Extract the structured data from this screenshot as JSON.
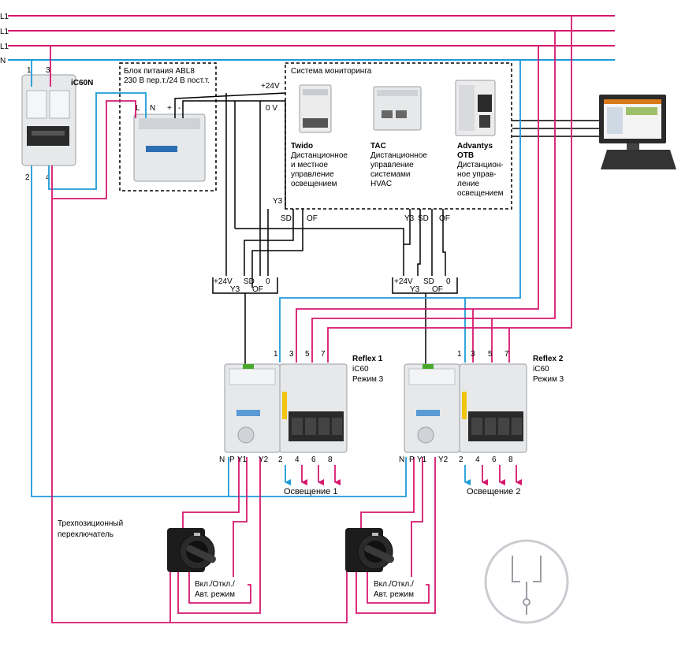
{
  "colors": {
    "phase": "#d6186f",
    "neutral": "#1e9bd7",
    "control": "#000000",
    "device": "#e6e8ea",
    "device_dark": "#2a2a2a"
  },
  "bus_labels": [
    "L1",
    "L1",
    "L1",
    "N"
  ],
  "ic60n": {
    "label": "iC60N",
    "top_terminals": [
      "1",
      "3"
    ],
    "bottom_terminals": [
      "2",
      "4"
    ]
  },
  "power_supply": {
    "title_line1": "Блок питания ABL8",
    "title_line2": "230 В пер.т./24 В пост.т.",
    "terminals": [
      "L",
      "N",
      "+",
      "-"
    ],
    "out_plus": "+24V",
    "out_zero": "0 V"
  },
  "monitoring": {
    "title": "Система мониторинга",
    "devices": [
      {
        "name": "Twido",
        "lines": [
          "Дистанционное",
          "и местное",
          "управление",
          "освещением"
        ]
      },
      {
        "name": "TAC",
        "lines": [
          "Дистанционное",
          "управление",
          "системами",
          "HVAC"
        ]
      },
      {
        "name_lines": [
          "Advantys",
          "OTB"
        ],
        "lines": [
          "Дистанцион-",
          "ное управ-",
          "ление",
          "освещением"
        ]
      }
    ],
    "signals_left": [
      "Y3",
      "SD",
      "OF"
    ],
    "signals_right": [
      "Y3",
      "SD",
      "OF"
    ]
  },
  "connectors": [
    {
      "top": [
        "+24V",
        "SD",
        "0"
      ],
      "bottom": [
        "Y3",
        "OF"
      ]
    },
    {
      "top": [
        "+24V",
        "SD",
        "0"
      ],
      "bottom": [
        "Y3",
        "OF"
      ]
    }
  ],
  "reflex": [
    {
      "title": "Reflex 1",
      "model": "iC60",
      "mode": "Режим 3",
      "top": [
        "1",
        "3",
        "5",
        "7"
      ],
      "bottom_left": [
        "N",
        "P",
        "Y1",
        "Y2"
      ],
      "bottom": [
        "2",
        "4",
        "6",
        "8"
      ],
      "lighting": "Освещение 1"
    },
    {
      "title": "Reflex 2",
      "model": "iC60",
      "mode": "Режим 3",
      "top": [
        "1",
        "3",
        "5",
        "7"
      ],
      "bottom_left": [
        "N",
        "P",
        "Y1",
        "Y2"
      ],
      "bottom": [
        "2",
        "4",
        "6",
        "8"
      ],
      "lighting": "Освещение 2"
    }
  ],
  "switch": {
    "title_line1": "Трехпозиционный",
    "title_line2": "переключатель",
    "label_line1": "Вкл./Откл./",
    "label_line2": "Авт. режим"
  },
  "icons": [
    "pc-monitor-icon",
    "selector-switch-icon",
    "switch-symbol-icon"
  ]
}
